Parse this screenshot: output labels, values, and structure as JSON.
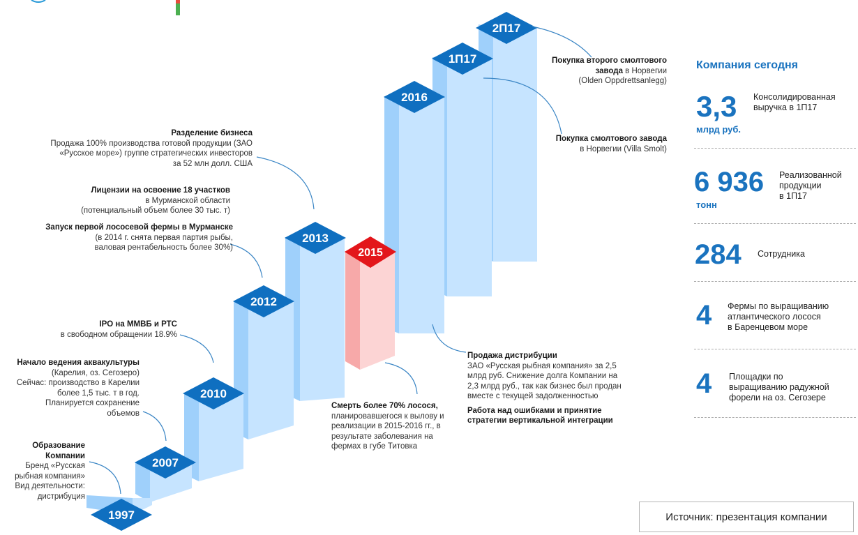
{
  "years": {
    "y1997": "1997",
    "y2007": "2007",
    "y2010": "2010",
    "y2012": "2012",
    "y2013": "2013",
    "y2015": "2015",
    "y2016": "2016",
    "y1p17": "1П17",
    "y2p17": "2П17"
  },
  "notes": {
    "formation": {
      "title": "Образование Компании",
      "lines": [
        "Бренд «Русская",
        "рыбная компания»",
        "Вид деятельности:",
        "дистрибуция"
      ]
    },
    "aqua": {
      "title": "Начало ведения аквакультуры",
      "lines": [
        "(Карелия, оз. Сегозеро)",
        "Сейчас: производство в Карелии",
        "более 1,5 тыс. т в год.",
        "Планируется сохранение",
        "объемов"
      ]
    },
    "ipo": {
      "title": "IPO на ММВБ и РТС",
      "lines": [
        "в свободном обращении 18.9%"
      ]
    },
    "salmon_farm": {
      "title": "Запуск первой лососевой фермы в Мурманске",
      "lines": [
        "(в 2014 г. снята первая партия рыбы,",
        "валовая рентабельность более 30%)"
      ]
    },
    "licenses": {
      "title": "Лицензии на освоение 18 участков",
      "lines": [
        "в Мурманской области",
        "(потенциальный объем более 30 тыс. т)"
      ]
    },
    "split": {
      "title": "Разделение бизнеса",
      "lines": [
        "Продажа 100% производства готовой продукции  (ЗАО",
        "«Русское море») группе стратегических инвесторов",
        "за 52 млн долл. США"
      ]
    },
    "death": {
      "title": "Смерть более 70% лосося,",
      "lines": [
        "планировавшегося к вылову и",
        "реализации в 2015-2016 гг., в",
        "результате заболевания на",
        "фермах в губе Титовка"
      ]
    },
    "distrib": {
      "title": "Продажа дистрибуции",
      "lines": [
        "ЗАО «Русская рыбная компания» за 2,5",
        "млрд руб. Снижение долга Компании на",
        "2,3 млрд руб., так как бизнес был продан",
        "вместе с текущей задолженностью"
      ],
      "title2": "Работа над ошибками и принятие",
      "title2b": "стратегии вертикальной интеграции"
    },
    "smolt1": {
      "title": "Покупка смолтового завода",
      "lines": [
        "в Норвегии (Villa Smolt)"
      ]
    },
    "smolt2": {
      "title": "Покупка второго смолтового",
      "title_b": "завода",
      "title_rest": " в Норвегии",
      "lines": [
        "(Olden Oppdrettsanlegg)"
      ]
    }
  },
  "side": {
    "title": "Компания сегодня",
    "stats": [
      {
        "value": "3,3",
        "unit": "млрд руб.",
        "desc": [
          "Консолидированная",
          "выручка в 1П17"
        ]
      },
      {
        "value": "6 936",
        "unit": "тонн",
        "desc": [
          "Реализованной",
          "продукции",
          "в 1П17"
        ]
      },
      {
        "value": "284",
        "unit": "",
        "desc": [
          "Сотрудника"
        ]
      },
      {
        "value": "4",
        "unit": "",
        "desc": [
          "Фермы по выращиванию",
          "атлантического лосося",
          "в Баренцевом море"
        ]
      },
      {
        "value": "4",
        "unit": "",
        "desc": [
          "Площадки по",
          "выращиванию радужной",
          "форели на оз. Сегозере"
        ]
      }
    ]
  },
  "source": "Источник: презентация компании",
  "colors": {
    "accent": "#1a73bf",
    "pillar_front": "#c6e4ff",
    "pillar_side": "#9fd0fb",
    "label_blue": "#0f6fc0",
    "red_top": "#e3161b",
    "red_front": "#fcd4d4",
    "red_side": "#f7a9a9",
    "leader": "#3b86c5"
  }
}
